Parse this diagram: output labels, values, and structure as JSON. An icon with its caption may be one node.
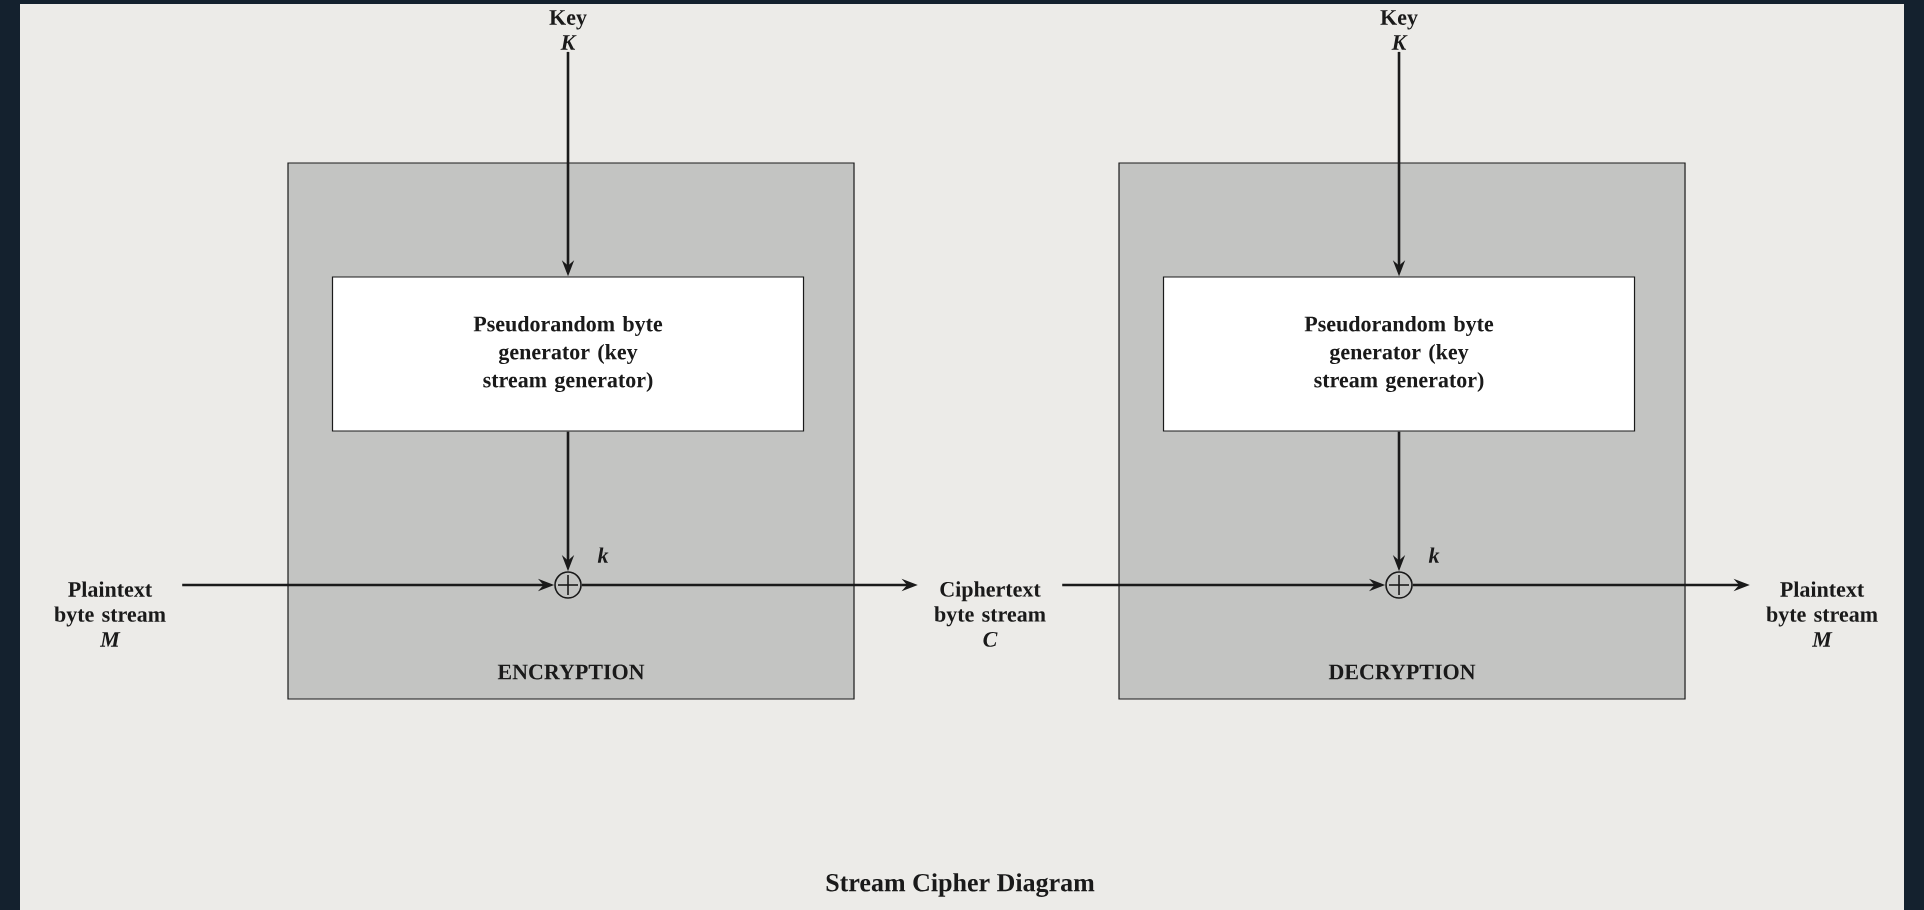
{
  "diagram": {
    "title": "Stream Cipher Diagram",
    "nodes": [
      {
        "text": [
          "Key",
          "K"
        ]
      },
      {
        "text": [
          "ENCRYPTION"
        ]
      },
      {
        "text": [
          "Pseudorandom byte generator (key stream generator)"
        ],
        "in": 1
      },
      {
        "text": [],
        "shape": "circle",
        "in": 1,
        "beside": [
          "k"
        ]
      },
      {
        "text": [
          "Plaintext byte stream",
          "M"
        ]
      },
      {
        "text": [
          "Ciphertext byte stream",
          "C"
        ]
      },
      {
        "text": [
          "Key",
          "K"
        ]
      },
      {
        "text": [
          "DECRYPTION"
        ]
      },
      {
        "text": [
          "Pseudorandom byte generator (key stream generator)"
        ],
        "in": 7
      },
      {
        "text": [],
        "shape": "circle",
        "in": 7,
        "beside": [
          "k"
        ]
      },
      {
        "text": [
          "Plaintext byte stream",
          "M"
        ]
      }
    ],
    "edges": [
      {
        "from": 0,
        "to": 2,
        "arrow": "to"
      },
      {
        "from": 2,
        "to": 3,
        "arrow": "to"
      },
      {
        "from": 4,
        "to": 3,
        "arrow": "to"
      },
      {
        "from": 3,
        "to": 5,
        "arrow": "to"
      },
      {
        "from": 6,
        "to": 8,
        "arrow": "to"
      },
      {
        "from": 8,
        "to": 9,
        "arrow": "to"
      },
      {
        "from": 5,
        "to": 9,
        "arrow": "to"
      },
      {
        "from": 9,
        "to": 10,
        "arrow": "to"
      }
    ]
  }
}
